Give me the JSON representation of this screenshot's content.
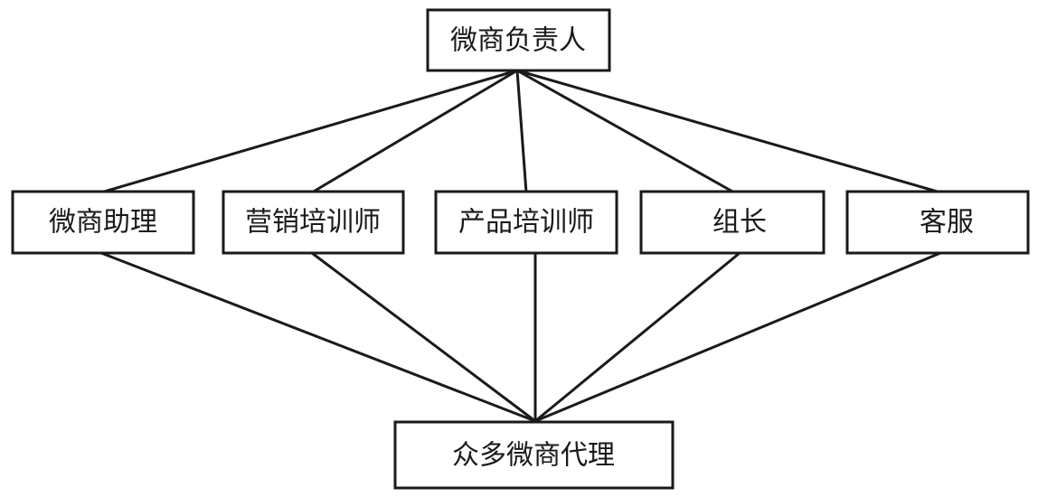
{
  "diagram": {
    "type": "hierarchy",
    "top": {
      "label": "微商负责人"
    },
    "middle": [
      {
        "label": "微商助理"
      },
      {
        "label": "营销培训师"
      },
      {
        "label": "产品培训师"
      },
      {
        "label": "组长"
      },
      {
        "label": "客服"
      }
    ],
    "bottom": {
      "label": "众多微商代理"
    },
    "edges": [
      {
        "from": "top",
        "to": "middle.0"
      },
      {
        "from": "top",
        "to": "middle.1"
      },
      {
        "from": "top",
        "to": "middle.2"
      },
      {
        "from": "top",
        "to": "middle.3"
      },
      {
        "from": "top",
        "to": "middle.4"
      },
      {
        "from": "middle.0",
        "to": "bottom"
      },
      {
        "from": "middle.1",
        "to": "bottom"
      },
      {
        "from": "middle.2",
        "to": "bottom"
      },
      {
        "from": "middle.3",
        "to": "bottom"
      },
      {
        "from": "middle.4",
        "to": "bottom"
      }
    ]
  }
}
